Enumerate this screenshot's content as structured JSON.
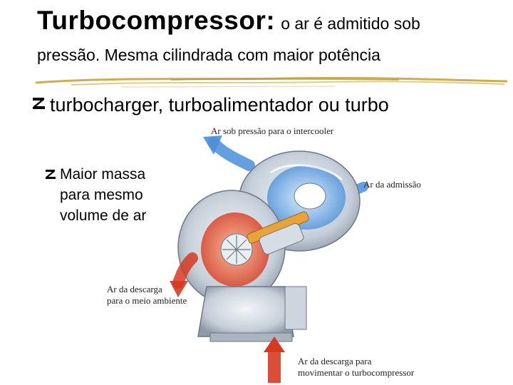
{
  "title": {
    "main": "Turbocompressor:",
    "rest": "o ar é admitido sob"
  },
  "subtitle": "pressão. Mesma cilindrada com maior potência",
  "bullets": {
    "level1": "turbocharger, turboalimentador ou turbo",
    "level2": [
      "Maior massa",
      "para mesmo",
      "volume de ar"
    ]
  },
  "figure": {
    "label_top": "Ar sob pressão para o intercooler",
    "label_admission": "Ar da admissão",
    "label_exhaust_env": [
      "Ar da descarga",
      "para o meio ambiente"
    ],
    "label_exhaust_turbo": [
      "Ar da descarga para",
      "movimentar o turbocompressor"
    ]
  },
  "colors": {
    "cold_air": "#4a8fd8",
    "hot_air": "#d63a22",
    "housing": "#c9d2dc",
    "shaft": "#e8a33a",
    "divider": "#c9a43a"
  },
  "icons": {
    "bullet": "z-bullet-icon"
  }
}
